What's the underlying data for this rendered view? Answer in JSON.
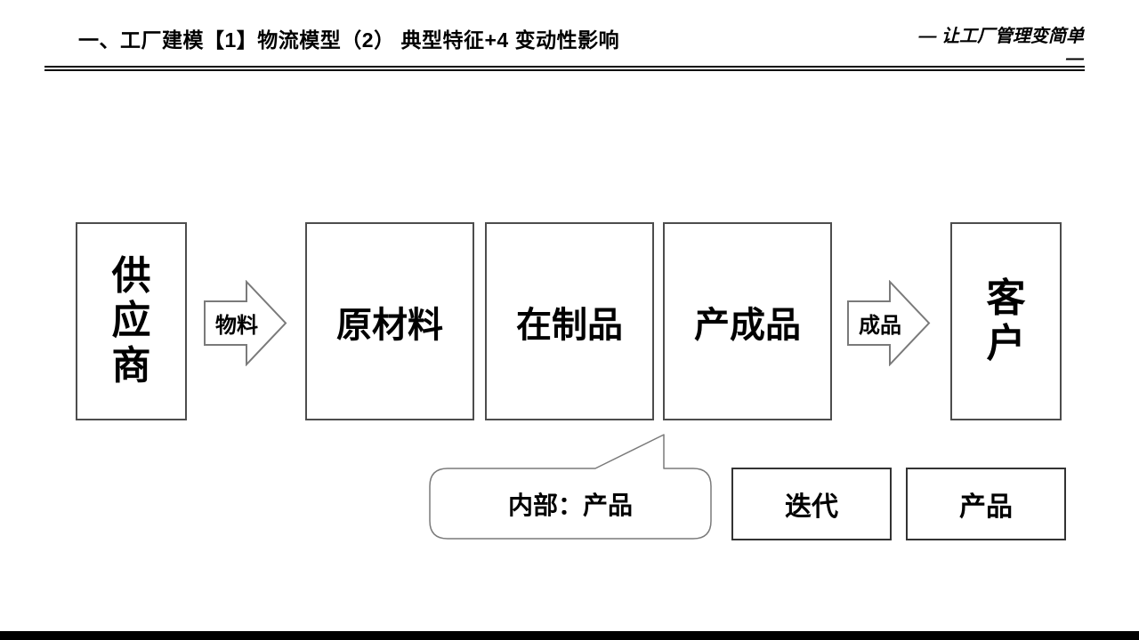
{
  "header": {
    "title": "一、工厂建模【1】物流模型（2） 典型特征+4 变动性影响",
    "slogan_line1": "— 让工厂管理变简单",
    "slogan_line2": "—"
  },
  "flow": {
    "supplier": "供应商",
    "material_arrow_label": "物料",
    "raw_material": "原材料",
    "work_in_process": "在制品",
    "finished_goods": "产成品",
    "finished_arrow_label": "成品",
    "customer": "客户"
  },
  "annotations": {
    "callout": "内部：产品",
    "iteration": "迭代",
    "product": "产品"
  },
  "colors": {
    "shape_outline": "#7a7a7a",
    "box_border": "#4d4d4d",
    "text": "#000000",
    "bottom_bar": "#000000",
    "background": "#ffffff"
  }
}
